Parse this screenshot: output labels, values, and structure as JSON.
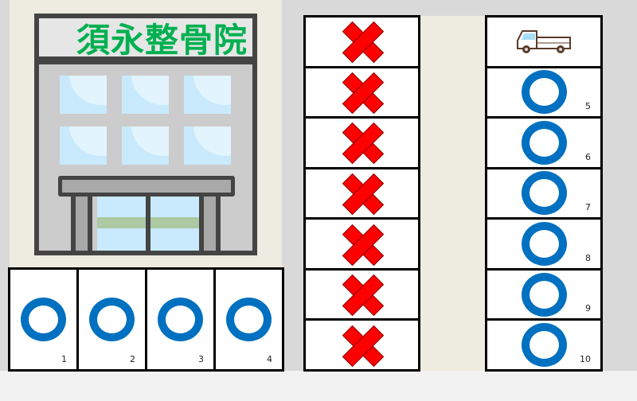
{
  "clinic": {
    "sign": "須永整骨院"
  },
  "colors": {
    "available": "#0070c0",
    "unavailable": "#ff0000",
    "sign_text": "#00b050"
  },
  "front_row": [
    {
      "status": "available",
      "symbol": "○",
      "number": "1"
    },
    {
      "status": "available",
      "symbol": "○",
      "number": "2"
    },
    {
      "status": "available",
      "symbol": "○",
      "number": "3"
    },
    {
      "status": "available",
      "symbol": "○",
      "number": "4"
    }
  ],
  "middle_column": [
    {
      "status": "unavailable",
      "symbol": "×"
    },
    {
      "status": "unavailable",
      "symbol": "×"
    },
    {
      "status": "unavailable",
      "symbol": "×"
    },
    {
      "status": "unavailable",
      "symbol": "×"
    },
    {
      "status": "unavailable",
      "symbol": "×"
    },
    {
      "status": "unavailable",
      "symbol": "×"
    },
    {
      "status": "unavailable",
      "symbol": "×"
    }
  ],
  "right_column": {
    "top_icon": "truck-icon",
    "spaces": [
      {
        "status": "available",
        "symbol": "○",
        "number": "5"
      },
      {
        "status": "available",
        "symbol": "○",
        "number": "6"
      },
      {
        "status": "available",
        "symbol": "○",
        "number": "7"
      },
      {
        "status": "available",
        "symbol": "○",
        "number": "8"
      },
      {
        "status": "available",
        "symbol": "○",
        "number": "9"
      },
      {
        "status": "available",
        "symbol": "○",
        "number": "10"
      }
    ]
  }
}
